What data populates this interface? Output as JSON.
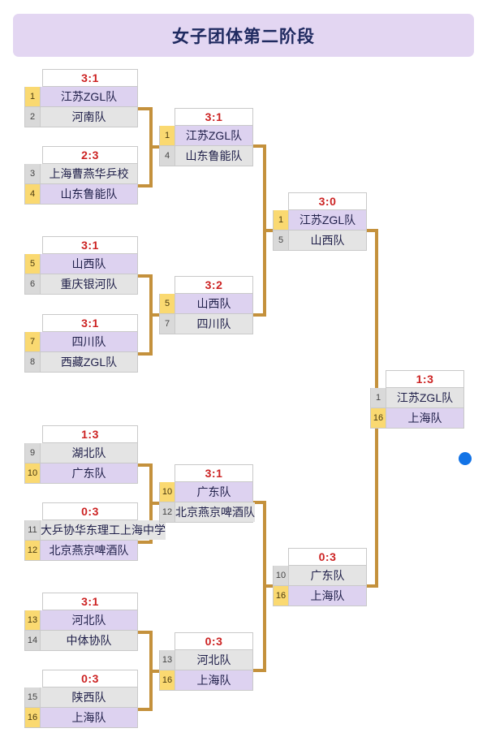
{
  "header": {
    "title": "女子团体第二阶段"
  },
  "indicator": {
    "name": "page-dot",
    "color": "#1273e6"
  },
  "colors": {
    "banner_bg": "#e3d6f2",
    "title_text": "#1f2a60",
    "score_text": "#cc2222",
    "winner_name_bg": "#ddd2f0",
    "winner_seed_bg": "#fad971",
    "loser_name_bg": "#e4e4e4",
    "loser_seed_bg": "#d9d9d9",
    "connector": "#c4913c",
    "dot": "#1273e6"
  },
  "bracket": {
    "rounds": [
      {
        "name": "round-of-16",
        "matches": [
          {
            "id": "r1m1",
            "score": "3:1",
            "teams": [
              {
                "seed": "1",
                "name": "江苏ZGL队",
                "winner": true
              },
              {
                "seed": "2",
                "name": "河南队",
                "winner": false
              }
            ]
          },
          {
            "id": "r1m2",
            "score": "2:3",
            "teams": [
              {
                "seed": "3",
                "name": "上海曹燕华乒校",
                "winner": false
              },
              {
                "seed": "4",
                "name": "山东鲁能队",
                "winner": true
              }
            ]
          },
          {
            "id": "r1m3",
            "score": "3:1",
            "teams": [
              {
                "seed": "5",
                "name": "山西队",
                "winner": true
              },
              {
                "seed": "6",
                "name": "重庆银河队",
                "winner": false
              }
            ]
          },
          {
            "id": "r1m4",
            "score": "3:1",
            "teams": [
              {
                "seed": "7",
                "name": "四川队",
                "winner": true
              },
              {
                "seed": "8",
                "name": "西藏ZGL队",
                "winner": false
              }
            ]
          },
          {
            "id": "r1m5",
            "score": "1:3",
            "teams": [
              {
                "seed": "9",
                "name": "湖北队",
                "winner": false
              },
              {
                "seed": "10",
                "name": "广东队",
                "winner": true
              }
            ]
          },
          {
            "id": "r1m6",
            "score": "0:3",
            "teams": [
              {
                "seed": "11",
                "name": "大乒协华东理工上海中学",
                "winner": false
              },
              {
                "seed": "12",
                "name": "北京燕京啤酒队",
                "winner": true
              }
            ]
          },
          {
            "id": "r1m7",
            "score": "3:1",
            "teams": [
              {
                "seed": "13",
                "name": "河北队",
                "winner": true
              },
              {
                "seed": "14",
                "name": "中体协队",
                "winner": false
              }
            ]
          },
          {
            "id": "r1m8",
            "score": "0:3",
            "teams": [
              {
                "seed": "15",
                "name": "陕西队",
                "winner": false
              },
              {
                "seed": "16",
                "name": "上海队",
                "winner": true
              }
            ]
          }
        ]
      },
      {
        "name": "quarterfinals",
        "matches": [
          {
            "id": "r2m1",
            "score": "3:1",
            "teams": [
              {
                "seed": "1",
                "name": "江苏ZGL队",
                "winner": true
              },
              {
                "seed": "4",
                "name": "山东鲁能队",
                "winner": false
              }
            ]
          },
          {
            "id": "r2m2",
            "score": "3:2",
            "teams": [
              {
                "seed": "5",
                "name": "山西队",
                "winner": true
              },
              {
                "seed": "7",
                "name": "四川队",
                "winner": false
              }
            ]
          },
          {
            "id": "r2m3",
            "score": "3:1",
            "teams": [
              {
                "seed": "10",
                "name": "广东队",
                "winner": true
              },
              {
                "seed": "12",
                "name": "北京燕京啤酒队",
                "winner": false
              }
            ]
          },
          {
            "id": "r2m4",
            "score": "0:3",
            "teams": [
              {
                "seed": "13",
                "name": "河北队",
                "winner": false
              },
              {
                "seed": "16",
                "name": "上海队",
                "winner": true
              }
            ]
          }
        ]
      },
      {
        "name": "semifinals",
        "matches": [
          {
            "id": "r3m1",
            "score": "3:0",
            "teams": [
              {
                "seed": "1",
                "name": "江苏ZGL队",
                "winner": true
              },
              {
                "seed": "5",
                "name": "山西队",
                "winner": false
              }
            ]
          },
          {
            "id": "r3m2",
            "score": "0:3",
            "teams": [
              {
                "seed": "10",
                "name": "广东队",
                "winner": false
              },
              {
                "seed": "16",
                "name": "上海队",
                "winner": true
              }
            ]
          }
        ]
      },
      {
        "name": "final",
        "matches": [
          {
            "id": "r4m1",
            "score": "1:3",
            "teams": [
              {
                "seed": "1",
                "name": "江苏ZGL队",
                "winner": false
              },
              {
                "seed": "16",
                "name": "上海队",
                "winner": true
              }
            ]
          }
        ]
      }
    ]
  }
}
